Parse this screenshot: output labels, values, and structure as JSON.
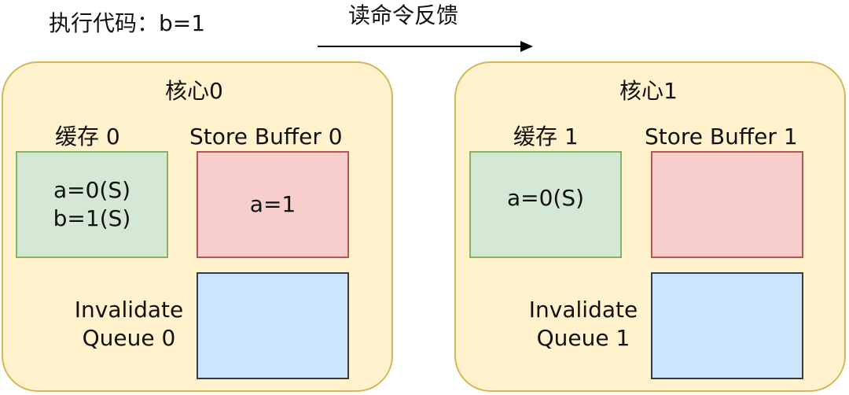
{
  "top": {
    "exec_label": "执行代码：b=1",
    "arrow_label": "读命令反馈"
  },
  "cores": [
    {
      "title": "核心0",
      "cache_title": "缓存 0",
      "cache_lines": [
        "a=0(S)",
        "b=1(S)"
      ],
      "store_buffer_title": "Store Buffer 0",
      "store_buffer_lines": [
        "a=1"
      ],
      "iq_lines": [
        "Invalidate",
        "Queue 0"
      ]
    },
    {
      "title": "核心1",
      "cache_title": "缓存 1",
      "cache_lines": [
        "a=0(S)"
      ],
      "store_buffer_title": "Store Buffer 1",
      "store_buffer_lines": [],
      "iq_lines": [
        "Invalidate",
        "Queue 1"
      ]
    }
  ],
  "colors": {
    "core_fill": "#fff2cc",
    "core_stroke": "#d6b656",
    "cache_fill": "#d5e8d4",
    "cache_stroke": "#82b366",
    "store_buffer_fill": "#f8cecc",
    "store_buffer_stroke": "#b85450",
    "invalidate_queue_fill": "#cce5ff",
    "invalidate_queue_stroke": "#36393d"
  }
}
